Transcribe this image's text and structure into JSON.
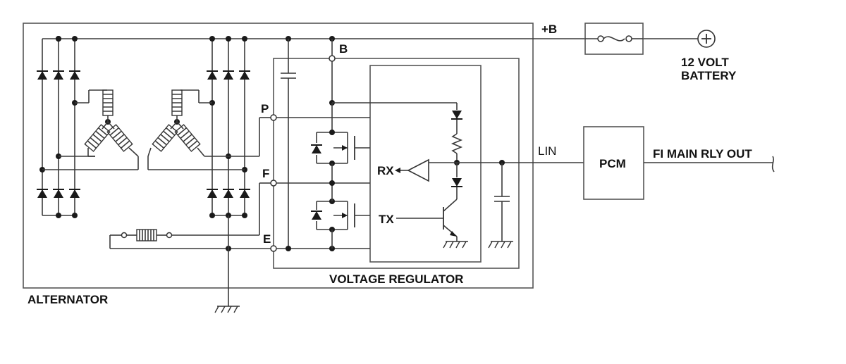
{
  "labels": {
    "plus_b": "+B",
    "b": "B",
    "p": "P",
    "f": "F",
    "e": "E",
    "rx": "RX",
    "tx": "TX",
    "lin": "LIN",
    "pcm": "PCM",
    "fi_main": "FI MAIN RLY OUT",
    "battery_line1": "12 VOLT",
    "battery_line2": "BATTERY",
    "voltage_regulator": "VOLTAGE REGULATOR",
    "alternator": "ALTERNATOR"
  },
  "colors": {
    "line": "#3a3a3a",
    "text": "#111111",
    "background": "#ffffff"
  }
}
